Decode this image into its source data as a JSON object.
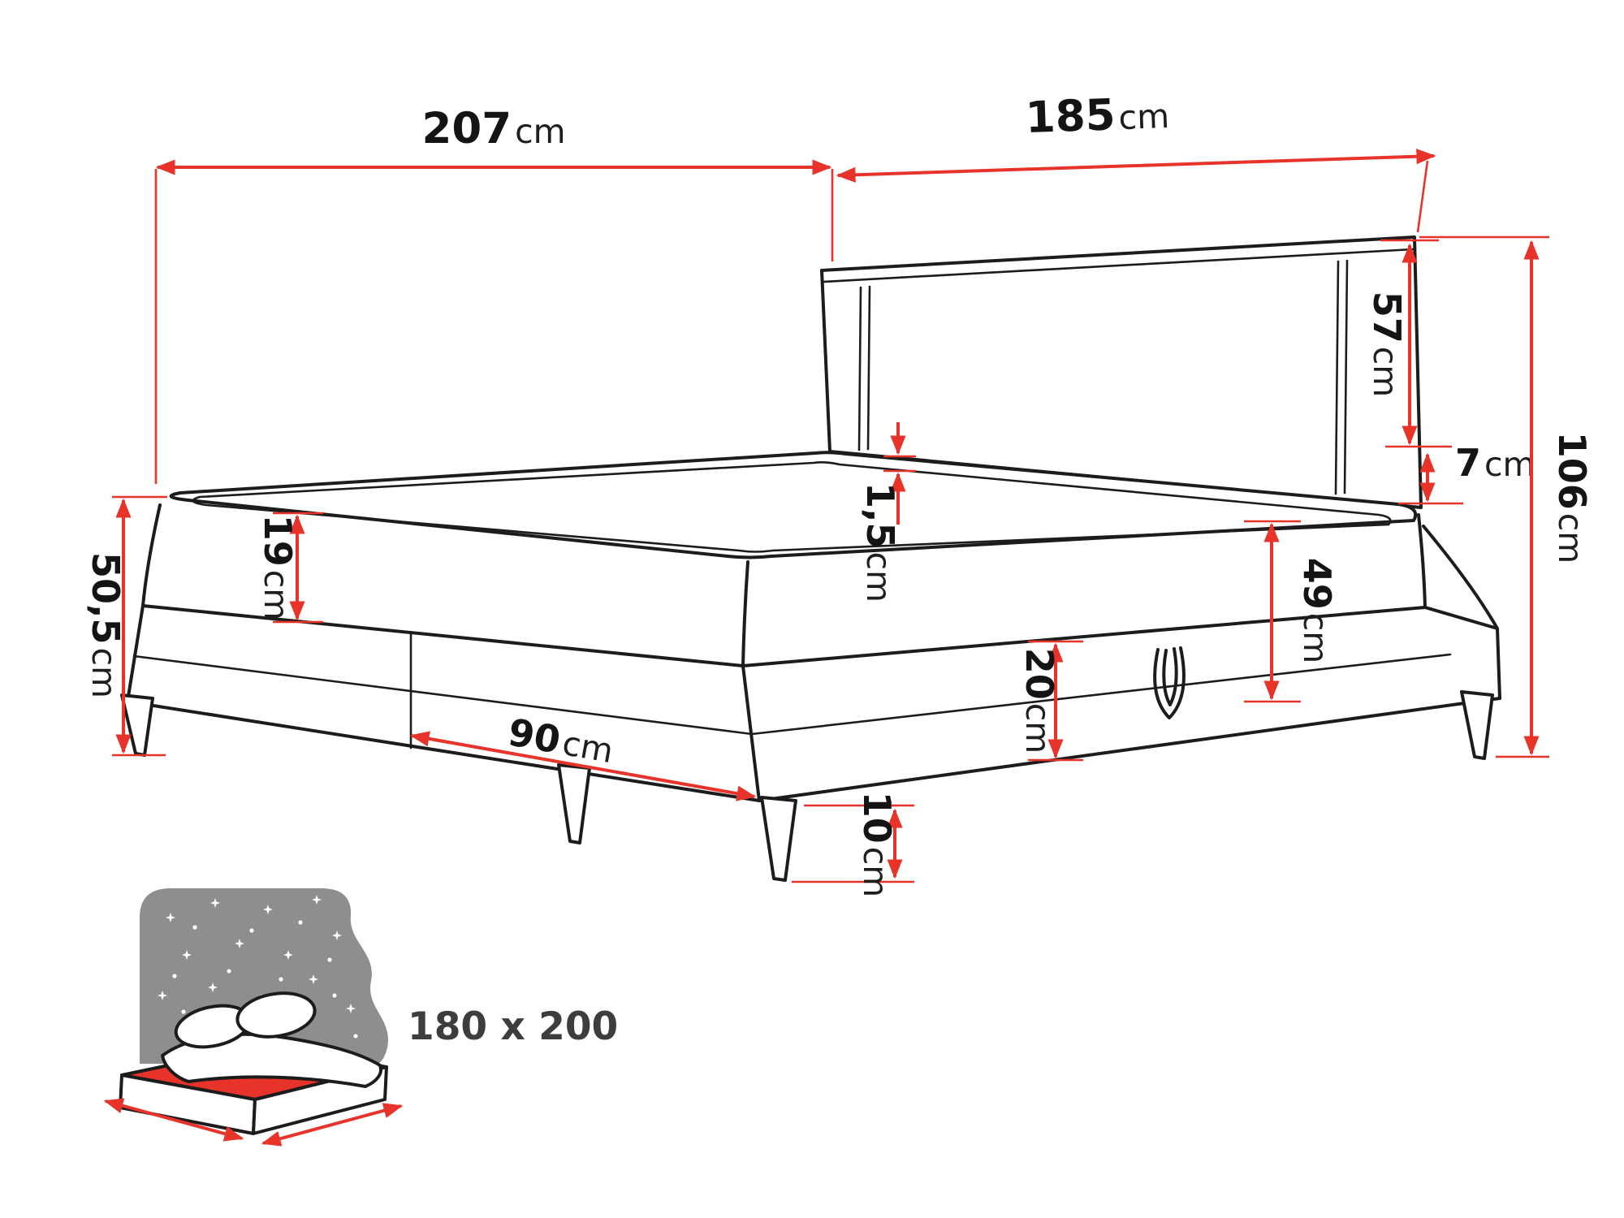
{
  "dims": {
    "length": {
      "value": "207",
      "unit": "cm"
    },
    "width": {
      "value": "185",
      "unit": "cm"
    },
    "headboard_height": {
      "value": "57",
      "unit": "cm"
    },
    "headboard_clearance": {
      "value": "7",
      "unit": "cm"
    },
    "total_height": {
      "value": "106",
      "unit": "cm"
    },
    "right_side_height": {
      "value": "49",
      "unit": "cm"
    },
    "mattress_height": {
      "value": "19",
      "unit": "cm"
    },
    "left_side_height": {
      "value": "50,5",
      "unit": "cm"
    },
    "topper_seam": {
      "value": "1,5",
      "unit": "cm"
    },
    "box_height": {
      "value": "20",
      "unit": "cm"
    },
    "single_box_width": {
      "value": "90",
      "unit": "cm"
    },
    "leg_height": {
      "value": "10",
      "unit": "cm"
    }
  },
  "size_badge": {
    "label": "180 x 200"
  },
  "colors": {
    "dimension_red": "#e8332a",
    "outline_black": "#1c1c1c",
    "headboard_grey": "#8e8e8e"
  }
}
